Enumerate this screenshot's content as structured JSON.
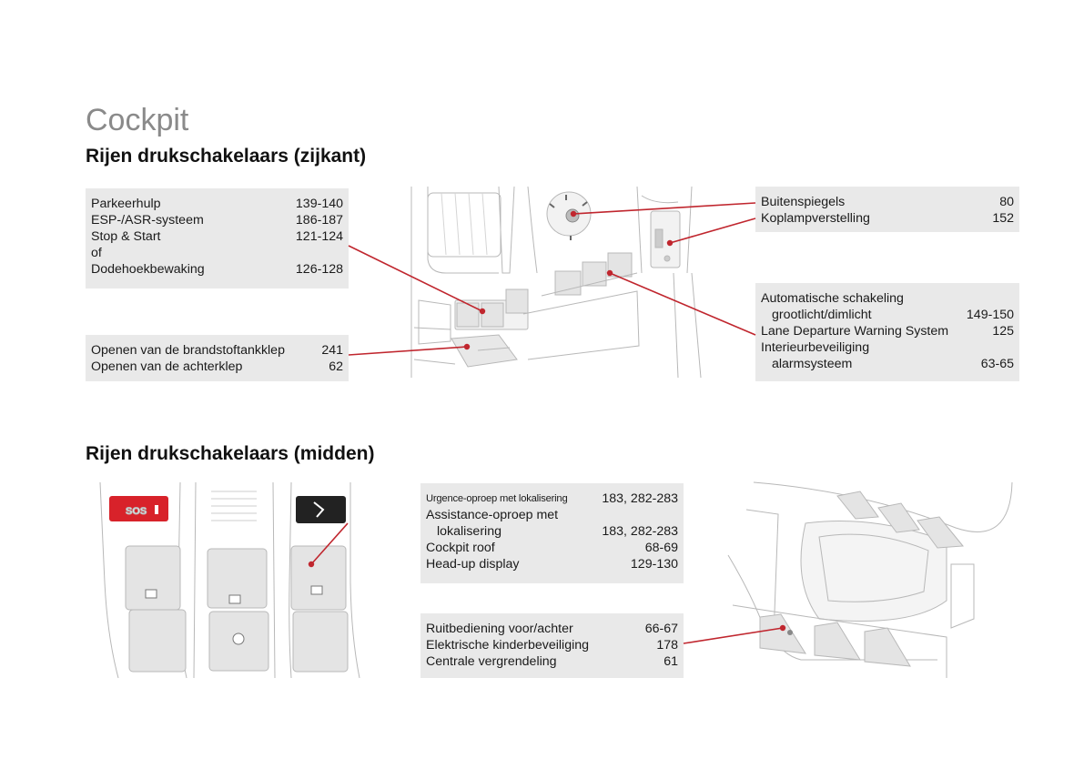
{
  "page": {
    "title": "Cockpit"
  },
  "side_section": {
    "heading": "Rijen drukschakelaars (zijkant)",
    "box1": [
      {
        "label": "Parkeerhulp",
        "page": "139-140"
      },
      {
        "label": "ESP-/ASR-systeem",
        "page": "186-187"
      },
      {
        "label": "Stop & Start",
        "page": "121-124"
      },
      {
        "label": "of",
        "page": ""
      },
      {
        "label": "Dodehoekbewaking",
        "page": "126-128"
      }
    ],
    "box2": [
      {
        "label": "Openen van de brandstoftankklep",
        "page": "241"
      },
      {
        "label": "Openen van de achterklep",
        "page": "62"
      }
    ],
    "box3": [
      {
        "label": "Buitenspiegels",
        "page": "80"
      },
      {
        "label": "Koplampverstelling",
        "page": "152"
      }
    ],
    "box4": [
      {
        "label": "Automatische schakeling",
        "page": ""
      },
      {
        "label": "grootlicht/dimlicht",
        "page": "149-150"
      },
      {
        "label": "Lane Departure Warning System",
        "page": "125"
      },
      {
        "label": "Interieurbeveiliging",
        "page": ""
      },
      {
        "label": "alarmsysteem",
        "page": "63-65"
      }
    ]
  },
  "middle_section": {
    "heading": "Rijen drukschakelaars (midden)",
    "box5": [
      {
        "label": "Urgence-oproep met lokalisering",
        "page": "183, 282-283"
      },
      {
        "label": "Assistance-oproep met",
        "page": ""
      },
      {
        "label": "lokalisering",
        "page": "183, 282-283"
      },
      {
        "label": "Cockpit roof",
        "page": "68-69"
      },
      {
        "label": "Head-up display",
        "page": "129-130"
      }
    ],
    "box6": [
      {
        "label": "Ruitbediening voor/achter",
        "page": "66-67"
      },
      {
        "label": "Elektrische kinderbeveiliging",
        "page": "178"
      },
      {
        "label": "Centrale vergrendeling",
        "page": "61"
      }
    ],
    "sos_label": "SOS"
  },
  "colors": {
    "callout_line": "#c0262e",
    "box_background": "#e9e9e9",
    "sos_red": "#d8222a",
    "title_gray": "#8a8a8a"
  }
}
